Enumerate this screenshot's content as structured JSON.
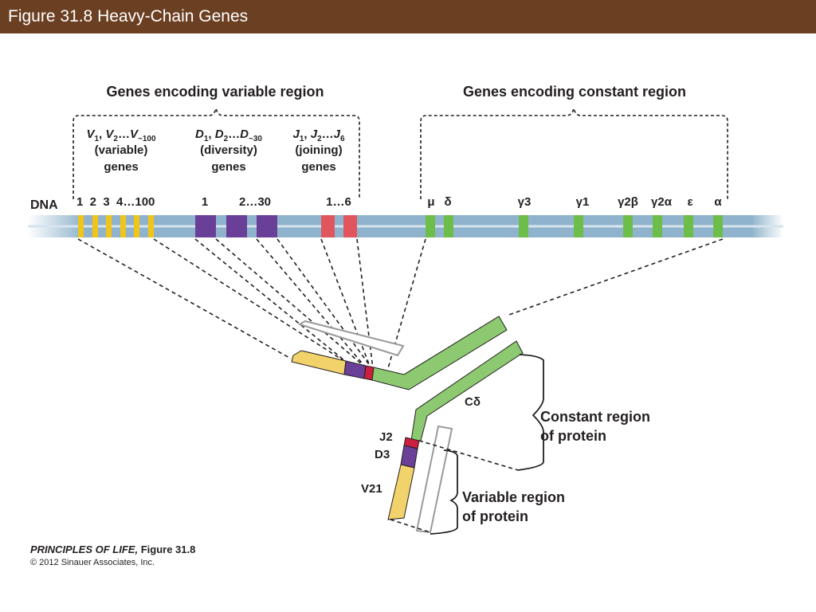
{
  "header": {
    "title": "Figure 31.8  Heavy-Chain Genes"
  },
  "diagram": {
    "variable_heading": "Genes encoding variable region",
    "constant_heading": "Genes encoding constant region",
    "v_genes": {
      "name_base": "V",
      "sub1": "1",
      "sub2": "2",
      "subN": "~100",
      "line2": "(variable)",
      "line3": "genes"
    },
    "d_genes": {
      "name_base": "D",
      "sub1": "1",
      "sub2": "2",
      "subN": "~30",
      "line2": "(diversity)",
      "line3": "genes"
    },
    "j_genes": {
      "name_base": "J",
      "sub1": "1",
      "sub2": "2",
      "subN": "6",
      "line2": "(joining)",
      "line3": "genes"
    },
    "dna_label": "DNA",
    "v_numbers": "1  2  3  4…100",
    "d_numbers_1": "1",
    "d_numbers_2": "2…30",
    "j_numbers": "1…6",
    "constant_genes": [
      "μ",
      "δ",
      "γ3",
      "γ1",
      "γ2β",
      "γ2α",
      "ε",
      "α"
    ],
    "protein_labels": {
      "c_delta": "Cδ",
      "j2": "J2",
      "d3": "D3",
      "v21": "V21"
    },
    "constant_region_label": [
      "Constant region",
      "of protein"
    ],
    "variable_region_label": [
      "Variable region",
      "of protein"
    ]
  },
  "colors": {
    "header_bg": "#6b3f22",
    "dna": "#8fb3cc",
    "v_gene": "#f0c419",
    "d_gene": "#6a3f97",
    "j_gene": "#e0555e",
    "c_gene": "#6dbd4b",
    "variable_protein": "#f2d36b",
    "junction": "#cc1f3f"
  },
  "footer": {
    "book": "PRINCIPLES OF LIFE,",
    "figure": "Figure 31.8",
    "copyright": "© 2012 Sinauer Associates, Inc."
  }
}
